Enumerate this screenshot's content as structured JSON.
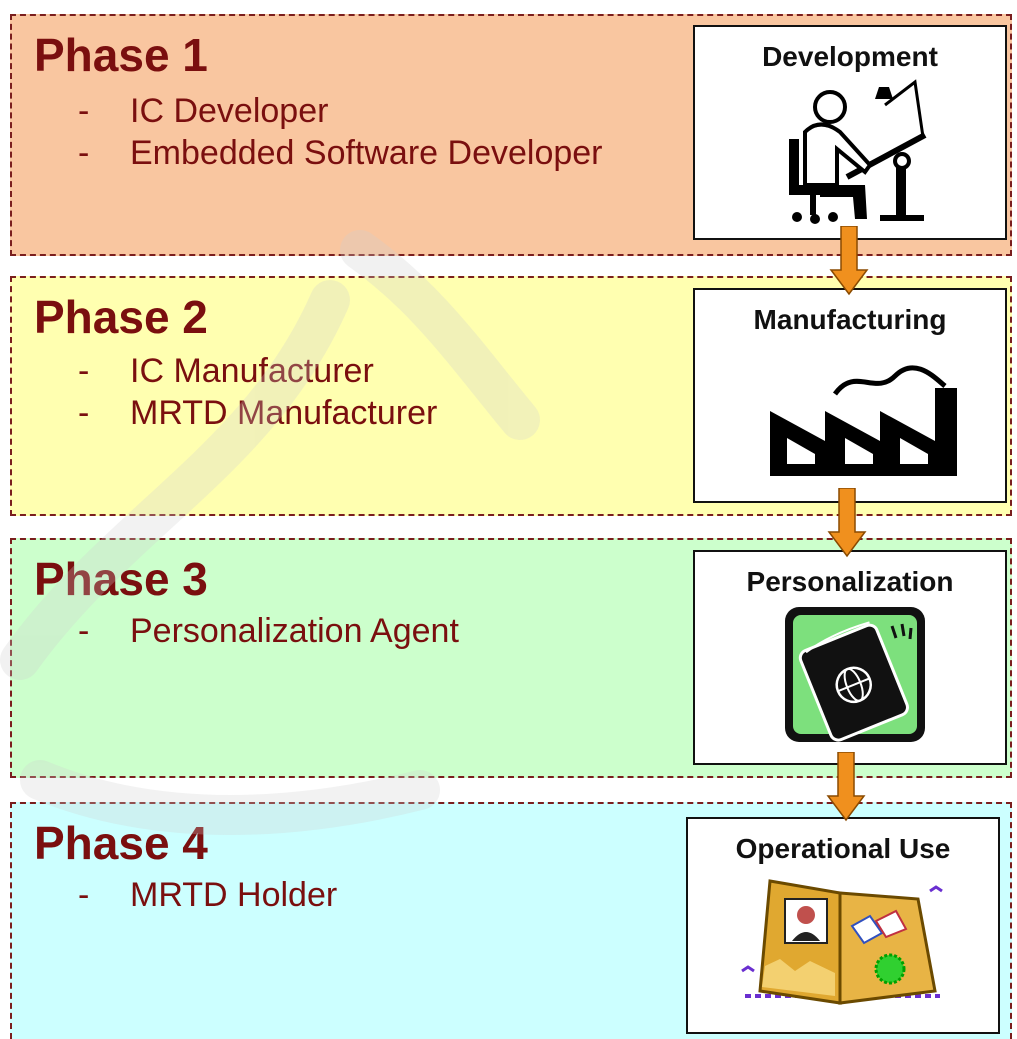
{
  "phases": [
    {
      "title": "Phase 1",
      "roles": [
        "IC Developer",
        "Embedded Software Developer"
      ],
      "bg": "#f9c6a0"
    },
    {
      "title": "Phase 2",
      "roles": [
        "IC Manufacturer",
        "MRTD Manufacturer"
      ],
      "bg": "#ffffb0"
    },
    {
      "title": "Phase 3",
      "roles": [
        "Personalization Agent"
      ],
      "bg": "#ccffcc"
    },
    {
      "title": "Phase 4",
      "roles": [
        "MRTD Holder"
      ],
      "bg": "#ccffff"
    }
  ],
  "stages": [
    {
      "label": "Development",
      "icon": "drafting-person-icon"
    },
    {
      "label": "Manufacturing",
      "icon": "factory-icon"
    },
    {
      "label": "Personalization",
      "icon": "passport-icon"
    },
    {
      "label": "Operational Use",
      "icon": "open-passport-icon"
    }
  ],
  "role_bullet": "-",
  "colors": {
    "title_text": "#7a0f0f",
    "arrow": "#f0901e",
    "border": "#7a1e1e"
  }
}
